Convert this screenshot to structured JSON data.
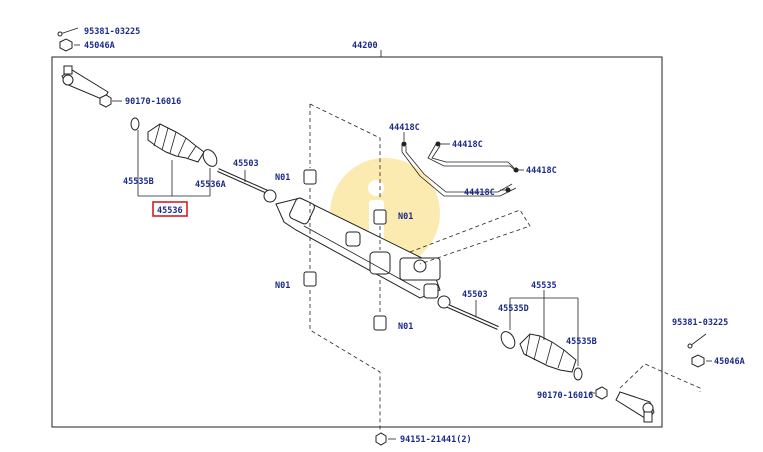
{
  "diagram": {
    "assembly_number": "44200",
    "highlight_color": "#d42020",
    "label_color": "#1a2a8a",
    "watermark_color": "#fbe9a8",
    "labels": {
      "cotter_top": "95381-03225",
      "nut_top": "45046A",
      "nut_left_tierod": "90170-16016",
      "clamp_left_small": "45535B",
      "boot_left": "45536",
      "clamp_left_large": "45536A",
      "tierod_left": "45503",
      "no1_a": "N01",
      "no1_b": "N01",
      "no1_c": "N01",
      "no1_d": "N01",
      "line_a": "44418C",
      "line_b": "44418C",
      "line_c": "44418C",
      "line_d": "44418C",
      "tierod_right": "45503",
      "boot_right": "45535",
      "clamp_right_large": "45535D",
      "clamp_right_small": "45535B",
      "cotter_right": "95381-03225",
      "nut_right": "45046A",
      "nut_right_tierod": "90170-16016",
      "bolt_bottom": "94151-21441(2)"
    }
  }
}
